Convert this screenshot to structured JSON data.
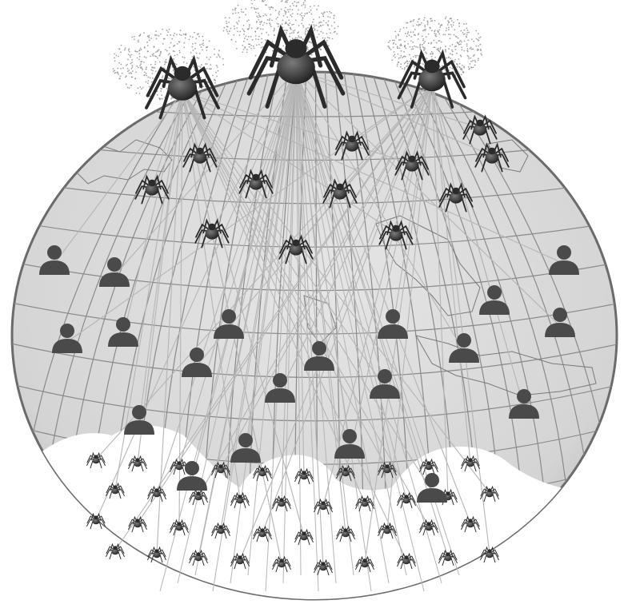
{
  "illustration": {
    "subject": "globe-web-of-spiders-and-people",
    "colors": {
      "background": "#ffffff",
      "globe_fill": "#d9d9d9",
      "globe_rim": "#6b6b6b",
      "grid": "#8a8a8a",
      "threads": "#b5b5b5",
      "spider_dark": "#2b2b2b",
      "person": "#4a4a4a",
      "cloud": "#ffffff",
      "haze": "#8c8c8c"
    },
    "top_spider_count": 3,
    "middle_spider_count": 12,
    "person_count": 20,
    "small_spider_count": 40
  }
}
